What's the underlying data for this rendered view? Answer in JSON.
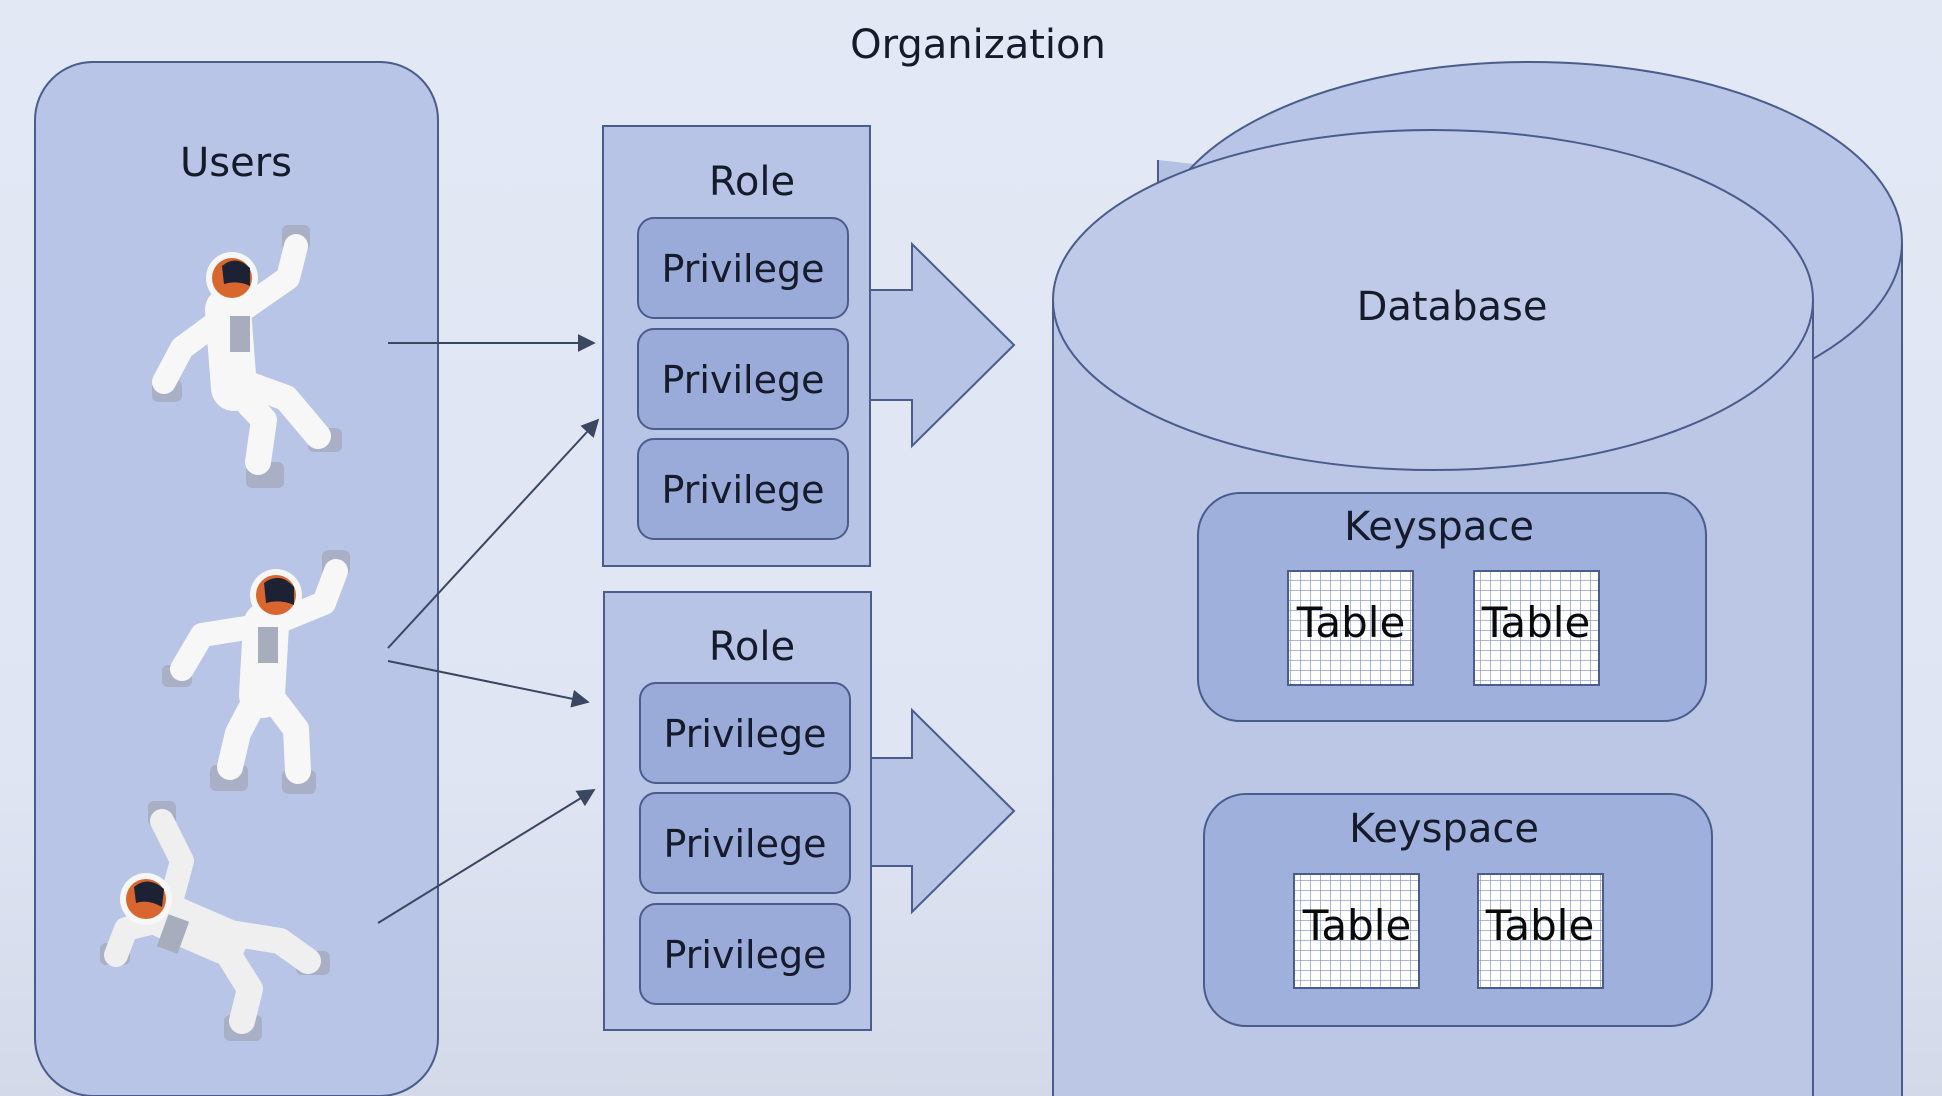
{
  "title": "Organization",
  "users": {
    "label": "Users",
    "count": 3
  },
  "roles": [
    {
      "label": "Role",
      "privileges": [
        "Privilege",
        "Privilege",
        "Privilege"
      ]
    },
    {
      "label": "Role",
      "privileges": [
        "Privilege",
        "Privilege",
        "Privilege"
      ]
    }
  ],
  "database": {
    "label": "Database",
    "keyspaces": [
      {
        "label": "Keyspace",
        "tables": [
          "Table",
          "Table"
        ]
      },
      {
        "label": "Keyspace",
        "tables": [
          "Table",
          "Table"
        ]
      }
    ]
  },
  "colors": {
    "box_fill": "#b7c4e6",
    "box_stroke": "#4a5c8c",
    "privilege_fill": "#9aabd9",
    "keyspace_fill": "#9fb0dd",
    "astronaut_helmet": "#d8662e",
    "astronaut_suit": "#f7f7f7"
  }
}
